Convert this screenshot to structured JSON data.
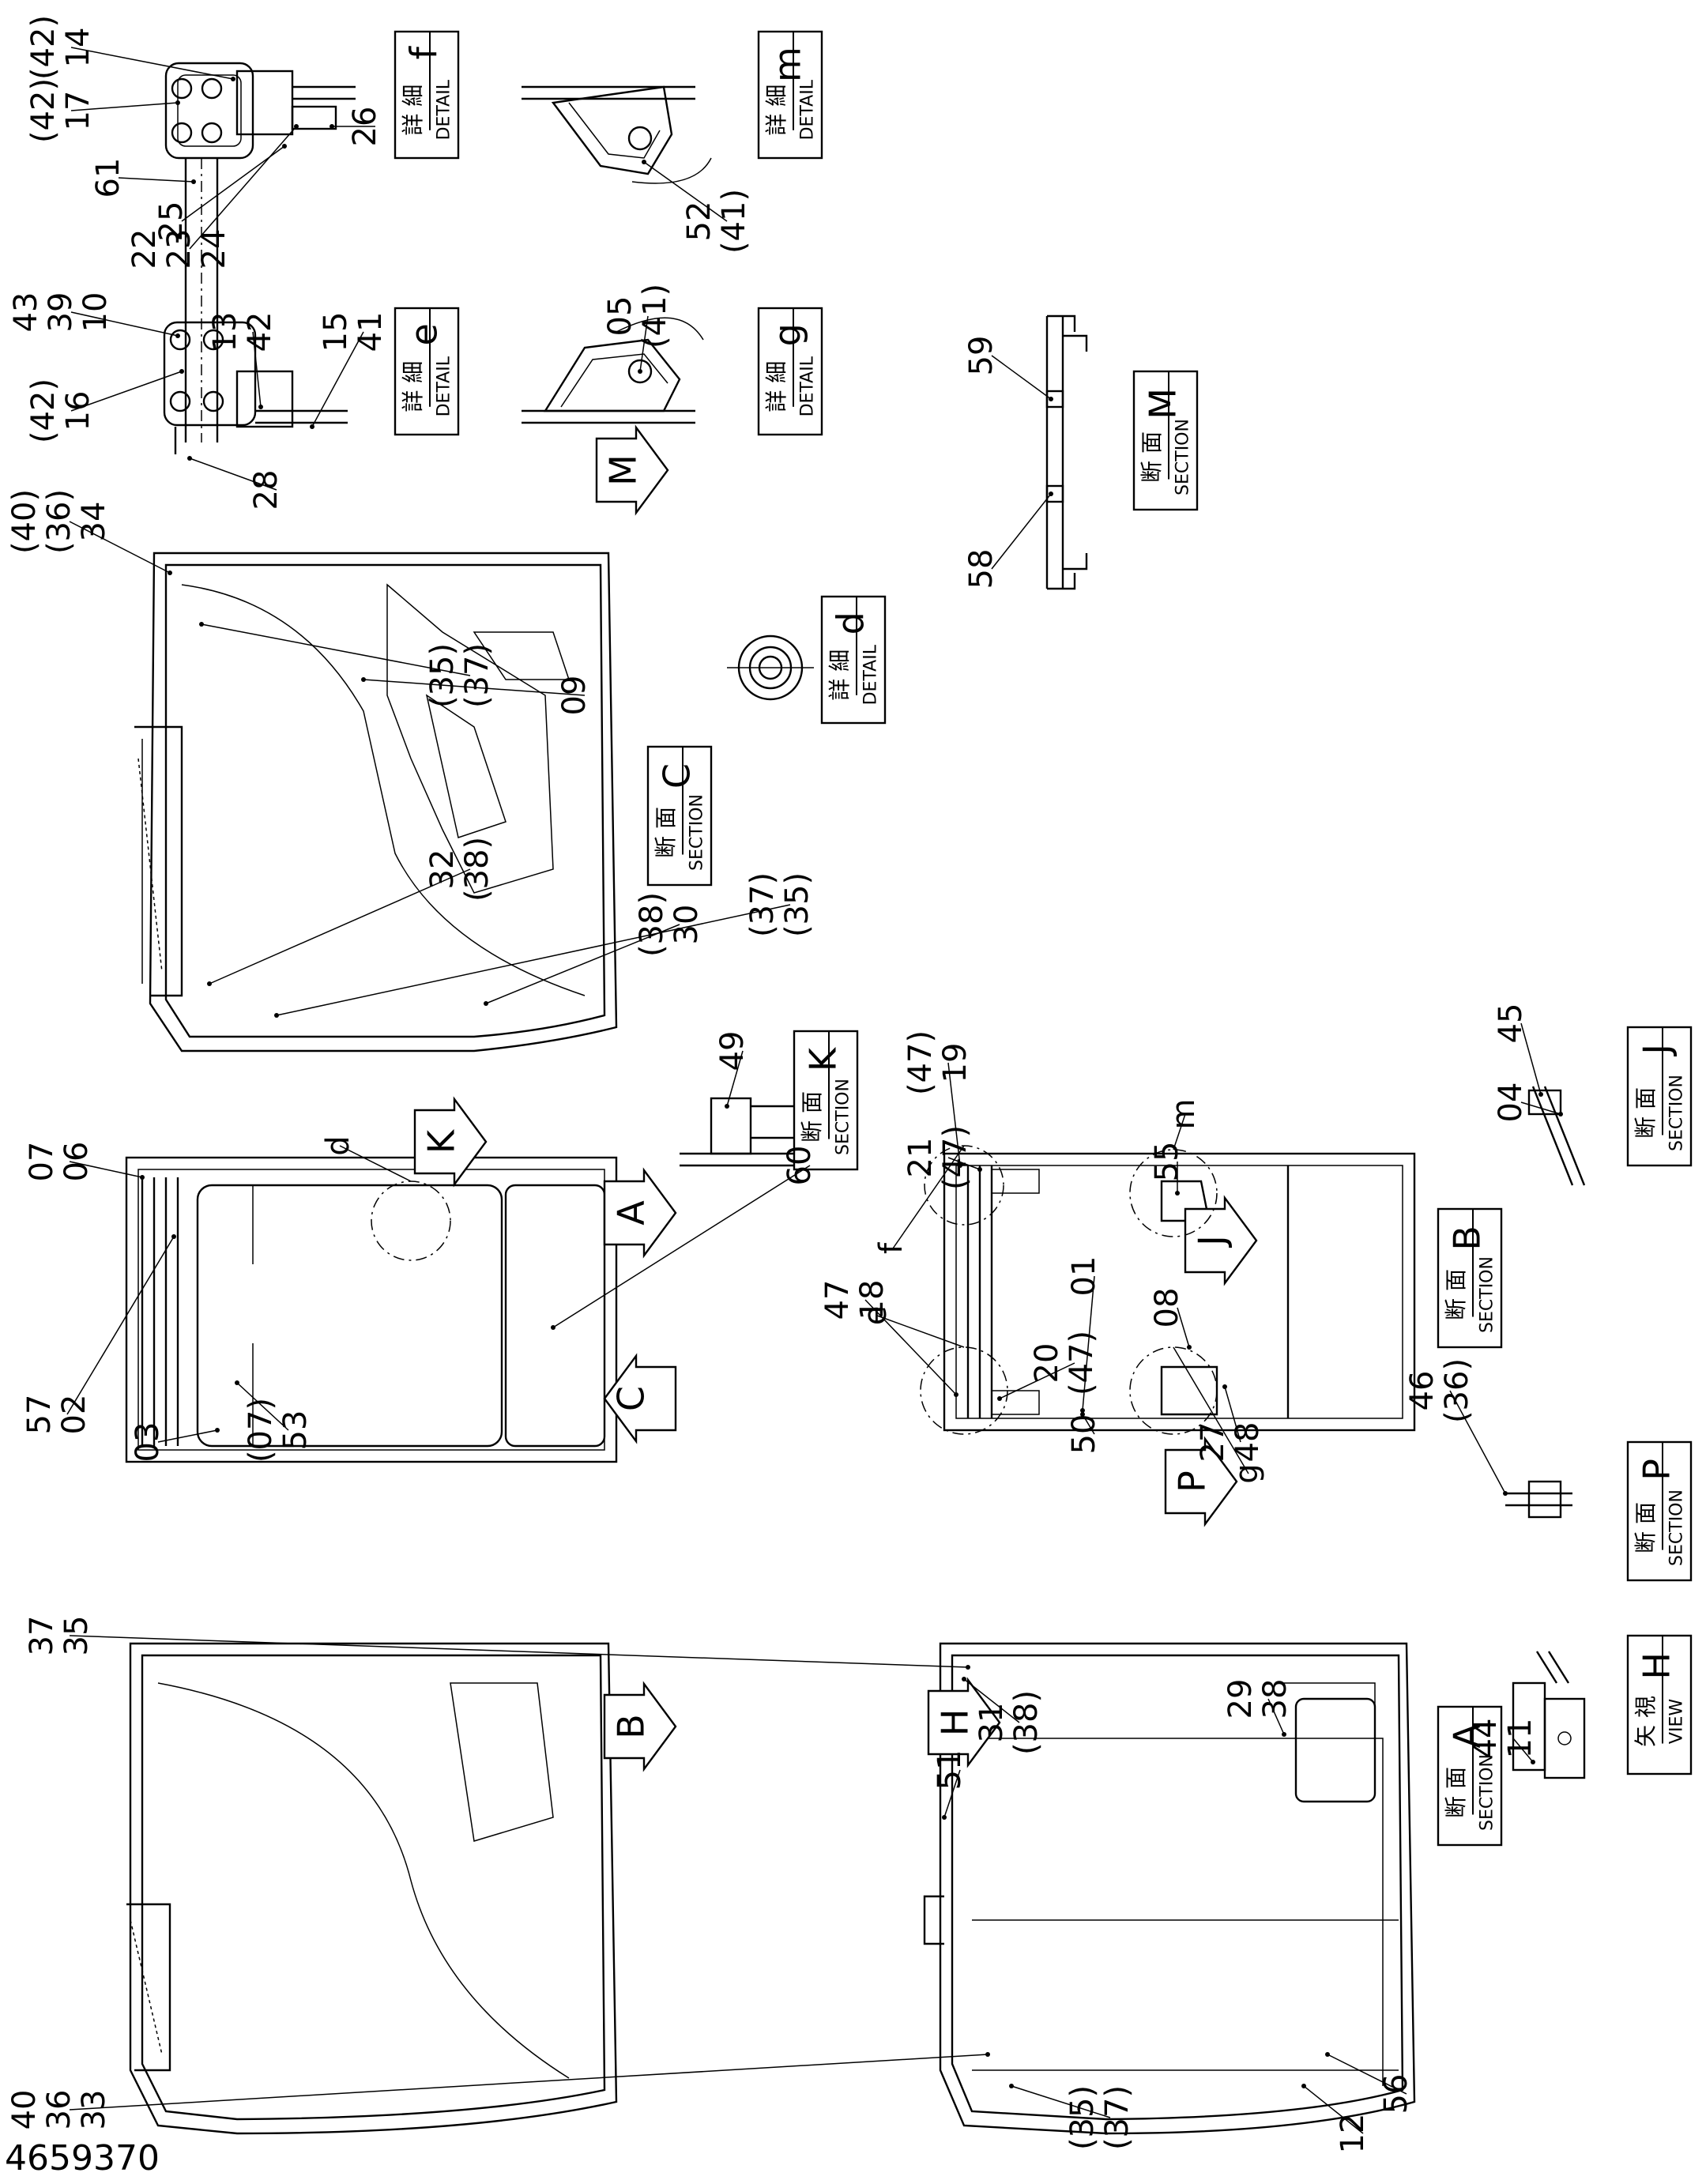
{
  "drawing_number": "4659370",
  "kanji": {
    "detail": "詳 細",
    "section": "断 面",
    "view": "矢 視"
  },
  "word": {
    "detail": "DETAIL",
    "section": "SECTION",
    "view": "VIEW"
  },
  "boxes": [
    {
      "letter": "f"
    },
    {
      "letter": "m"
    },
    {
      "letter": "e"
    },
    {
      "letter": "g"
    },
    {
      "letter": "d"
    },
    {
      "letter": "C"
    },
    {
      "letter": "M"
    },
    {
      "letter": "K"
    },
    {
      "letter": "B"
    },
    {
      "letter": "J"
    },
    {
      "letter": "P"
    },
    {
      "letter": "A"
    },
    {
      "letter": "H"
    }
  ],
  "view_arrows": [
    "M",
    "K",
    "A",
    "C",
    "B",
    "J",
    "P",
    "H"
  ],
  "detail_circles": [
    "d",
    "f",
    "e",
    "m",
    "g"
  ],
  "callouts": [
    "(42)\n17",
    "(42)\n14",
    "61",
    "26",
    "25",
    "22\n23\n24",
    "52\n(41)",
    "43\n39\n10",
    "(42)\n16",
    "15\n41",
    "13\n42",
    "28",
    "05\n(41)",
    "59",
    "58",
    "(40)\n(36)\n34",
    "09",
    "(35)\n(37)",
    "32\n(38)",
    "(38)\n30",
    "(37)\n(35)",
    "49",
    "07\n06",
    "57\n02",
    "03",
    "(07)\n53",
    "60",
    "(47)\n19",
    "21\n(47)",
    "45",
    "04",
    "55",
    "08",
    "01",
    "47\n18",
    "20\n(47)",
    "50",
    "27\n48",
    "46\n(36)",
    "37\n35",
    "31\n(38)",
    "29\n38",
    "51",
    "40\n36\n33",
    "(35)\n(37)",
    "12",
    "56",
    "44\n11"
  ]
}
